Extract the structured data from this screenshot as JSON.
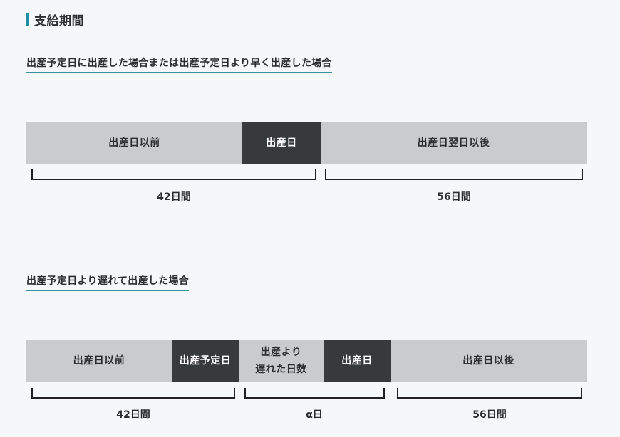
{
  "heading": {
    "title": "支給期間"
  },
  "colors": {
    "accent": "#1f8ea3",
    "light_segment": "#c9cccd",
    "dark_segment": "#363a3b",
    "background": "#f4f8f9"
  },
  "case1": {
    "title": "出産予定日に出産した場合または出産予定日より早く出産した場合",
    "segments": [
      {
        "label": "出産日以前",
        "style": "light"
      },
      {
        "label": "出産日",
        "style": "dark"
      },
      {
        "label": "出産日翌日以後",
        "style": "light"
      }
    ],
    "brackets": [
      {
        "label": "42日間"
      },
      {
        "label": "56日間"
      }
    ]
  },
  "case2": {
    "title": "出産予定日より遅れて出産した場合",
    "segments": [
      {
        "label": "出産日以前",
        "style": "light"
      },
      {
        "label": "出産予定日",
        "style": "dark"
      },
      {
        "label_line1": "出産より",
        "label_line2": "遅れた日数",
        "style": "light"
      },
      {
        "label": "出産日",
        "style": "dark"
      },
      {
        "label": "出産日以後",
        "style": "light"
      }
    ],
    "brackets": [
      {
        "label": "42日間"
      },
      {
        "label": "α日"
      },
      {
        "label": "56日間"
      }
    ]
  }
}
